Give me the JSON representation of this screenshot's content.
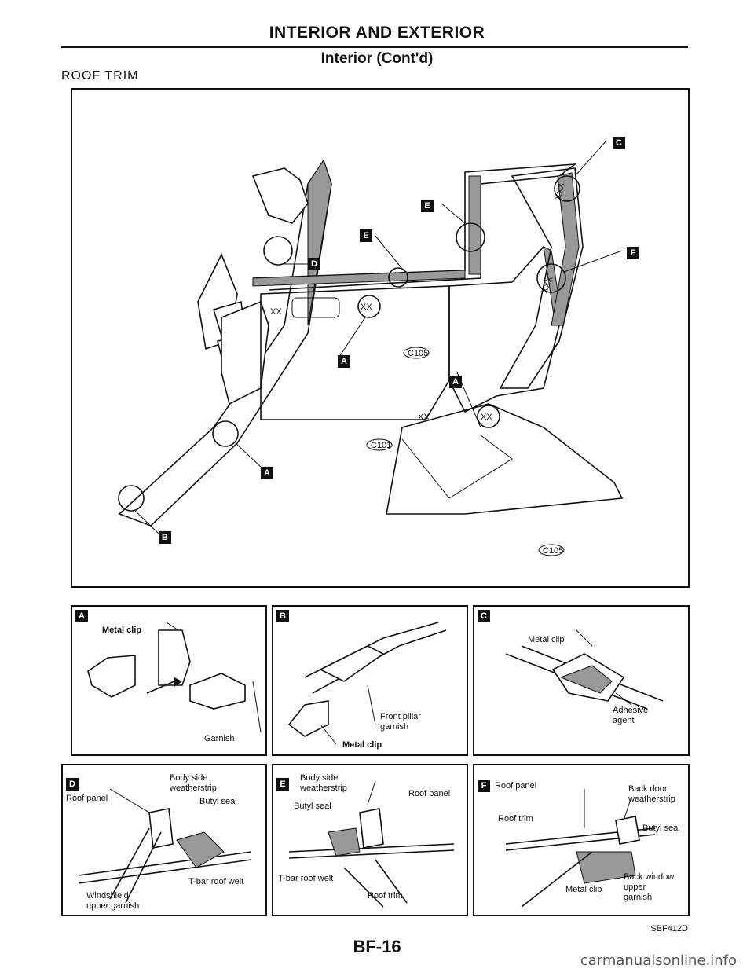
{
  "header": {
    "title": "INTERIOR AND EXTERIOR",
    "subtitle": "Interior (Cont'd)"
  },
  "section_label": "ROOF TRIM",
  "main_diagram": {
    "callouts": [
      "C",
      "E",
      "E",
      "D",
      "F",
      "A",
      "A",
      "A",
      "B"
    ],
    "clip_marks": [
      "XX",
      "XX",
      "XX",
      "XXX",
      "XXX",
      "XX"
    ],
    "clip_codes": [
      "C105",
      "C101",
      "C105"
    ]
  },
  "panels": {
    "A": {
      "badge": "A",
      "labels": [
        "Metal clip",
        "Garnish"
      ]
    },
    "B": {
      "badge": "B",
      "labels": [
        "Front pillar\ngarnish",
        "Metal clip"
      ]
    },
    "C": {
      "badge": "C",
      "labels": [
        "Metal clip",
        "Adhesive\nagent"
      ]
    },
    "D": {
      "badge": "D",
      "labels": [
        "Roof panel",
        "Body side\nweatherstrip",
        "Butyl seal",
        "T-bar roof welt",
        "Windshield\nupper garnish"
      ]
    },
    "E": {
      "badge": "E",
      "labels": [
        "Body side\nweatherstrip",
        "Butyl seal",
        "Roof panel",
        "T-bar roof welt",
        "Roof trim"
      ]
    },
    "F": {
      "badge": "F",
      "labels": [
        "Roof panel",
        "Back door\nweatherstrip",
        "Roof trim",
        "Butyl seal",
        "Back window\nupper\ngarnish",
        "Metal clip"
      ]
    }
  },
  "figure_code": "SBF412D",
  "page_number": "BF-16",
  "watermark": "carmanualsonline.info"
}
